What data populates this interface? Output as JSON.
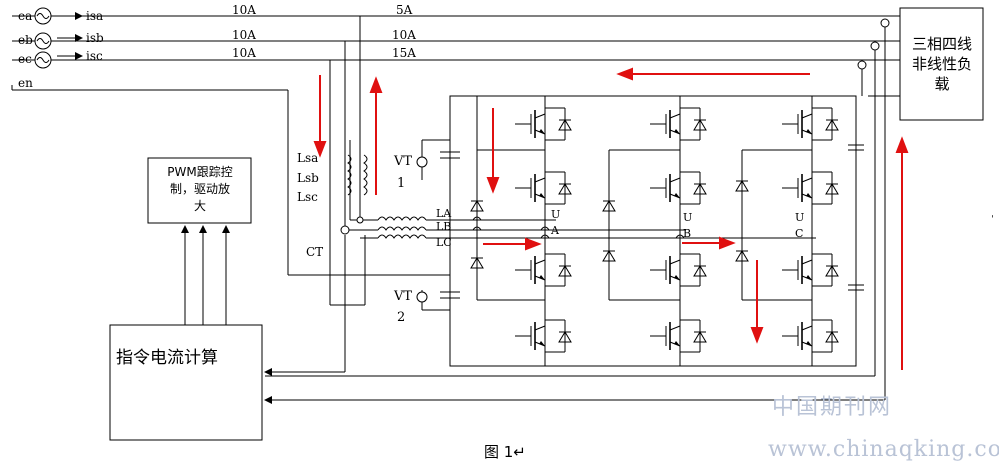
{
  "phases": [
    {
      "source": "ea",
      "current": "isa",
      "reading1": "10A",
      "reading2": "5A"
    },
    {
      "source": "eb",
      "current": "isb",
      "reading1": "10A",
      "reading2": "10A"
    },
    {
      "source": "ec",
      "current": "isc",
      "reading1": "10A",
      "reading2": "15A"
    }
  ],
  "neutral_label": "en",
  "load_box": {
    "line1": "三相四线",
    "line2": "非线性负",
    "line3": "载"
  },
  "pwm_box": {
    "line1": "PWM跟踪控",
    "line2": "制，驱动放",
    "line3": "大"
  },
  "calc_box": {
    "label": "指令电流计算"
  },
  "inductors": {
    "lsa": "Lsa",
    "lsb": "Lsb",
    "lsc": "Lsc"
  },
  "ct_label": "CT",
  "vt1": {
    "label": "VT",
    "number": "1"
  },
  "vt2": {
    "label": "VT",
    "number": "2"
  },
  "l_labels": {
    "la": "LA",
    "lb": "LB",
    "lc": "LC"
  },
  "nodes": {
    "u": "U",
    "a": "A",
    "ub": "U",
    "b": "B",
    "uc": "U",
    "c": "C"
  },
  "caption": "图 1↵",
  "stray_mark": "ˌ",
  "watermark": {
    "line1": "中国期刊网",
    "line2": "www.chinaqking.com"
  },
  "colors": {
    "wire": "#000000",
    "arrow": "#e01010",
    "watermark": "#b9c3d6"
  }
}
